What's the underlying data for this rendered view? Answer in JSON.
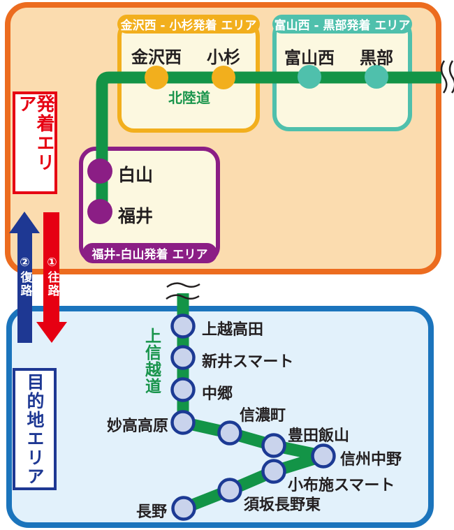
{
  "departure_panel": {
    "label": "発着エリア",
    "border_color": "#EC6C1F",
    "fill_color": "#FBDCAF",
    "label_color": "#E60012"
  },
  "destination_panel": {
    "label": "目的地エリア",
    "border_color": "#1B74BC",
    "fill_color": "#E2F1FB",
    "label_color": "#1E3893"
  },
  "arrows": {
    "outbound": {
      "label": "①往路",
      "color": "#E60012"
    },
    "return": {
      "label": "②復路",
      "color": "#1E3893"
    }
  },
  "areas": {
    "kanazawa_kosugi": {
      "title": "金沢西 - 小杉発着 エリア",
      "color": "#F2AF1D"
    },
    "toyama_kurobe": {
      "title": "富山西 - 黒部発着 エリア",
      "color": "#4FC0AC"
    },
    "fukui_hakusan": {
      "title": "福井-白山発着 エリア",
      "color": "#8B1E85"
    }
  },
  "roads": {
    "hokuriku": {
      "label": "北陸道",
      "color": "#18944B"
    },
    "joshinetsu": {
      "label": "上信越道",
      "color": "#18944B"
    }
  },
  "hokuriku_stations": [
    {
      "name": "金沢西"
    },
    {
      "name": "小杉"
    },
    {
      "name": "富山西"
    },
    {
      "name": "黒部"
    },
    {
      "name": "白山"
    },
    {
      "name": "福井"
    }
  ],
  "joshinetsu_stations": [
    {
      "name": "上越高田"
    },
    {
      "name": "新井スマート"
    },
    {
      "name": "中郷"
    },
    {
      "name": "妙高高原"
    },
    {
      "name": "信濃町"
    },
    {
      "name": "豊田飯山"
    },
    {
      "name": "信州中野"
    },
    {
      "name": "小布施スマート"
    },
    {
      "name": "須坂長野東"
    },
    {
      "name": "長野"
    }
  ],
  "station_dot_style": {
    "fill": "#C9D3EC",
    "border": "#1C3A94"
  }
}
